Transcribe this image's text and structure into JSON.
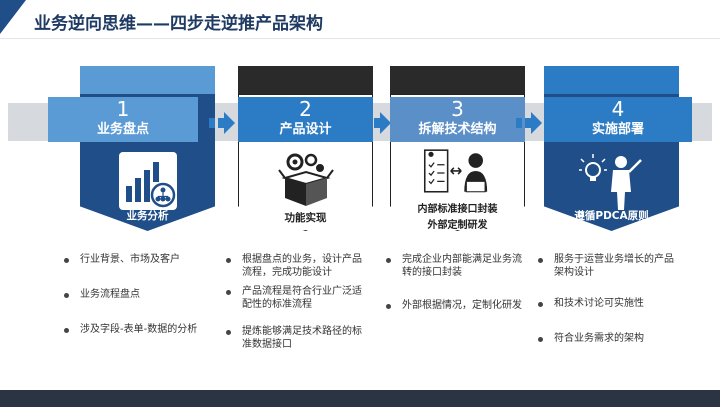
{
  "title": "业务逆向思维——四步走逆推产品架构",
  "colors": {
    "dark_blue": "#1f4e89",
    "light_blue": "#5b9bd5",
    "mid_blue": "#2c7bc5",
    "footer": "#2b3442"
  },
  "steps": [
    {
      "num": "1",
      "name": "业务盘点",
      "sub": "业务分析",
      "icon": "bar-chart-org-icon"
    },
    {
      "num": "2",
      "name": "产品设计",
      "sub": "功能实现",
      "icon": "box-gears-icon"
    },
    {
      "num": "3",
      "name": "拆解技术结构",
      "sub": "内部标准接口封装",
      "sub2": "外部定制研发",
      "icon": "checklist-person-icon"
    },
    {
      "num": "4",
      "name": "实施部署",
      "sub": "遵循PDCA原则",
      "icon": "presenter-lightbulb-icon"
    }
  ],
  "lists": [
    [
      "行业背景、市场及客户",
      "业务流程盘点",
      "涉及字段-表单-数据的分析"
    ],
    [
      "根据盘点的业务，设计产品流程，完成功能设计",
      "产品流程是符合行业广泛适配性的标准流程",
      "提炼能够满足技术路径的标准数据接口"
    ],
    [
      "完成企业内部能满足业务流转的接口封装",
      "外部根据情况，定制化研发"
    ],
    [
      "服务于运营业务增长的产品架构设计",
      "和技术讨论可实施性",
      "符合业务需求的架构"
    ]
  ]
}
